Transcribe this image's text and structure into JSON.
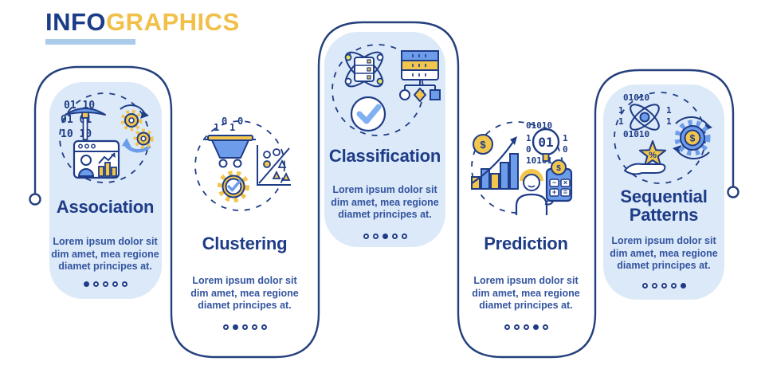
{
  "header": {
    "title_primary": "INFO",
    "title_secondary": "GRAPHICS"
  },
  "colors": {
    "navy": "#1e3c87",
    "yellow": "#f2c64d",
    "blue": "#6d9cea",
    "card_fill": "#dce9f8",
    "underline": "#aacbec",
    "logo_navy": "#1b3c87",
    "logo_yellow": "#f0c04a"
  },
  "cards": [
    {
      "title": "Association",
      "body": "Lorem ipsum dolor sit dim amet, mea regione diamet principes at.",
      "dots": 5,
      "active_dot": 0,
      "icons": [
        "binary-data-mining-icon",
        "sync-gears-icon",
        "analytics-window-icon"
      ]
    },
    {
      "title": "Clustering",
      "body": "Lorem ipsum dolor sit dim amet, mea regione diamet principes at.",
      "dots": 5,
      "active_dot": 1,
      "icons": [
        "mine-cart-icon",
        "scatter-plot-icon",
        "gear-check-icon"
      ]
    },
    {
      "title": "Classification",
      "body": "Lorem ipsum dolor sit dim amet, mea regione diamet principes at.",
      "dots": 5,
      "active_dot": 2,
      "icons": [
        "atom-server-icon",
        "category-tree-icon",
        "check-circle-icon"
      ]
    },
    {
      "title": "Prediction",
      "body": "Lorem ipsum dolor sit dim amet, mea regione diamet principes at.",
      "dots": 5,
      "active_dot": 3,
      "icons": [
        "growth-chart-dollar-icon",
        "binary-magnifier-icon",
        "person-calculator-icon"
      ]
    },
    {
      "title": "Sequential Patterns",
      "body": "Lorem ipsum dolor sit dim amet, mea regione diamet principes at.",
      "dots": 5,
      "active_dot": 4,
      "icons": [
        "atom-binary-icon",
        "percent-star-hand-icon",
        "gear-dollar-sync-icon"
      ]
    }
  ]
}
